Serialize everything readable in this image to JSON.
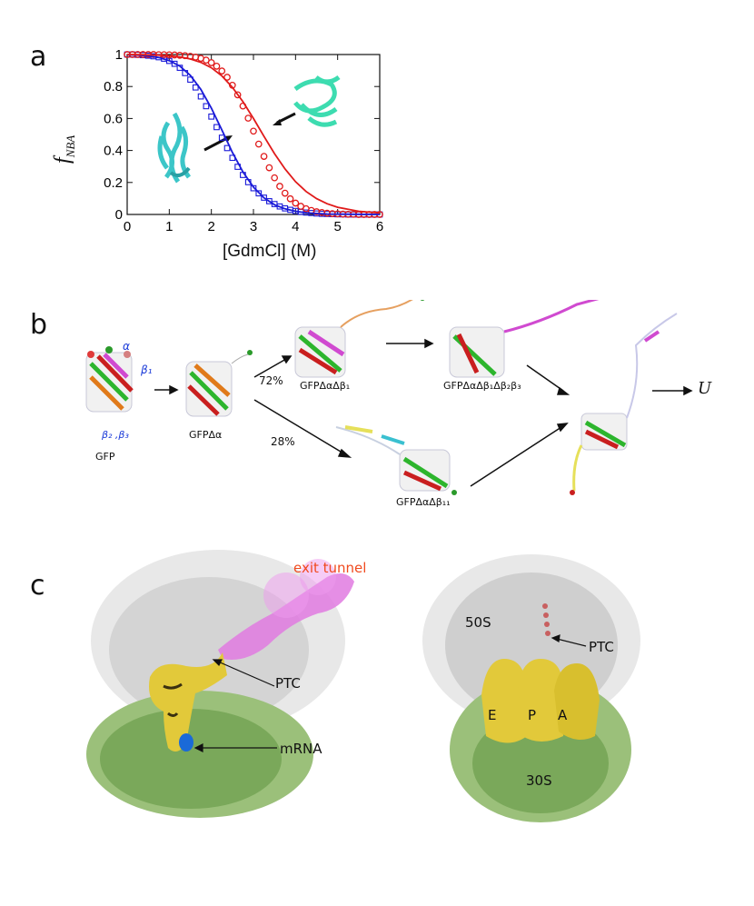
{
  "panels": {
    "a": {
      "label": "a"
    },
    "b": {
      "label": "b"
    },
    "c": {
      "label": "c"
    }
  },
  "chart_data": {
    "type": "scatter",
    "xlabel": "[GdmCl] (M)",
    "ylabel": "f",
    "ylabel_sub": "NBA",
    "xlim": [
      0,
      6
    ],
    "ylim": [
      0,
      1
    ],
    "x_ticks": [
      0,
      1,
      2,
      3,
      4,
      5,
      6
    ],
    "y_ticks": [
      0,
      0.2,
      0.4,
      0.6,
      0.8,
      1
    ],
    "y_tick_labels": [
      "0",
      "0.2",
      "0.4",
      "0.6",
      "0.8",
      "1"
    ],
    "series": [
      {
        "marker": "square",
        "color": "#1a1ad8",
        "x": [
          0,
          0.125,
          0.25,
          0.375,
          0.5,
          0.625,
          0.75,
          0.875,
          1,
          1.125,
          1.25,
          1.375,
          1.5,
          1.625,
          1.75,
          1.875,
          2,
          2.125,
          2.25,
          2.375,
          2.5,
          2.625,
          2.75,
          2.875,
          3,
          3.125,
          3.25,
          3.375,
          3.5,
          3.625,
          3.75,
          3.875,
          4,
          4.125,
          4.25,
          4.375,
          4.5,
          4.625,
          4.75,
          4.875,
          5,
          5.125,
          5.25,
          5.375,
          5.5,
          5.625,
          5.75,
          5.875,
          6
        ],
        "values": [
          1,
          1,
          0.998,
          0.996,
          0.993,
          0.989,
          0.983,
          0.974,
          0.96,
          0.942,
          0.917,
          0.884,
          0.843,
          0.794,
          0.738,
          0.677,
          0.612,
          0.546,
          0.48,
          0.415,
          0.354,
          0.298,
          0.247,
          0.202,
          0.164,
          0.132,
          0.105,
          0.083,
          0.065,
          0.05,
          0.038,
          0.029,
          0.022,
          0.016,
          0.012,
          0.009,
          0.006,
          0.004,
          0.003,
          0.002,
          0.001,
          0.001,
          0,
          0,
          0,
          0,
          0,
          0,
          0
        ]
      },
      {
        "marker": "circle",
        "color": "#e01a1a",
        "x": [
          0,
          0.125,
          0.25,
          0.375,
          0.5,
          0.625,
          0.75,
          0.875,
          1,
          1.125,
          1.25,
          1.375,
          1.5,
          1.625,
          1.75,
          1.875,
          2,
          2.125,
          2.25,
          2.375,
          2.5,
          2.625,
          2.75,
          2.875,
          3,
          3.125,
          3.25,
          3.375,
          3.5,
          3.625,
          3.75,
          3.875,
          4,
          4.125,
          4.25,
          4.375,
          4.5,
          4.625,
          4.75,
          4.875,
          5,
          5.125,
          5.25,
          5.375,
          5.5,
          5.625,
          5.75,
          5.875,
          6
        ],
        "values": [
          1,
          1,
          1,
          1,
          1,
          1,
          0.999,
          0.999,
          0.998,
          0.997,
          0.995,
          0.993,
          0.989,
          0.984,
          0.976,
          0.965,
          0.949,
          0.927,
          0.897,
          0.858,
          0.808,
          0.748,
          0.678,
          0.602,
          0.521,
          0.44,
          0.363,
          0.292,
          0.229,
          0.176,
          0.133,
          0.098,
          0.071,
          0.051,
          0.036,
          0.025,
          0.017,
          0.012,
          0.008,
          0.005,
          0.004,
          0.002,
          0.001,
          0.001,
          0,
          0,
          0,
          0,
          0
        ]
      },
      {
        "type": "line",
        "color": "#1a1ad8",
        "x": [
          0,
          0.25,
          0.5,
          0.75,
          1,
          1.25,
          1.5,
          1.75,
          2,
          2.25,
          2.5,
          2.75,
          3,
          3.25,
          3.5,
          3.75,
          4,
          4.25,
          4.5,
          4.75,
          5,
          5.5,
          6
        ],
        "values": [
          0.998,
          0.996,
          0.991,
          0.981,
          0.962,
          0.928,
          0.87,
          0.782,
          0.664,
          0.527,
          0.388,
          0.266,
          0.171,
          0.104,
          0.061,
          0.035,
          0.02,
          0.011,
          0.006,
          0.003,
          0.002,
          0.001,
          0
        ]
      },
      {
        "type": "line",
        "color": "#e01a1a",
        "x": [
          0,
          0.25,
          0.5,
          0.75,
          1,
          1.25,
          1.5,
          1.75,
          2,
          2.25,
          2.5,
          2.75,
          3,
          3.25,
          3.5,
          3.75,
          4,
          4.25,
          4.5,
          4.75,
          5,
          5.5,
          6
        ],
        "values": [
          1,
          0.999,
          0.998,
          0.996,
          0.992,
          0.985,
          0.972,
          0.951,
          0.917,
          0.866,
          0.795,
          0.705,
          0.6,
          0.488,
          0.38,
          0.284,
          0.205,
          0.144,
          0.099,
          0.067,
          0.045,
          0.02,
          0.009
        ]
      }
    ]
  },
  "panel_b": {
    "structure_labels": {
      "gfp": "GFP",
      "gfp_da": "GFPΔα",
      "gfp_da_db1": "GFPΔαΔβ₁",
      "gfp_da_db1_db2b3": "GFPΔαΔβ₁Δβ₂β₃",
      "gfp_da_db11": "GFPΔαΔβ₁₁"
    },
    "pathway_percentages": {
      "upper": "72%",
      "lower": "28%"
    },
    "unfolded_label": "U",
    "annotations": {
      "alpha": "α",
      "beta1": "β₁",
      "beta23": "β₂ ,β₃"
    }
  },
  "panel_c": {
    "left": {
      "exit_tunnel": "exit tunnel",
      "ptc": "PTC",
      "mrna": "mRNA"
    },
    "right": {
      "s50": "50S",
      "ptc": "PTC",
      "e": "E",
      "p": "P",
      "a": "A",
      "s30": "30S"
    }
  },
  "colors": {
    "blue_series": "#1a1ad8",
    "red_series": "#e01a1a",
    "exit_tunnel_label": "#f04a1e",
    "ribosome_grey": "#c8c8c8",
    "ribosome_green": "#7aa85a",
    "trna_yellow": "#e2c93a",
    "tunnel_magenta": "#e07ae0"
  }
}
